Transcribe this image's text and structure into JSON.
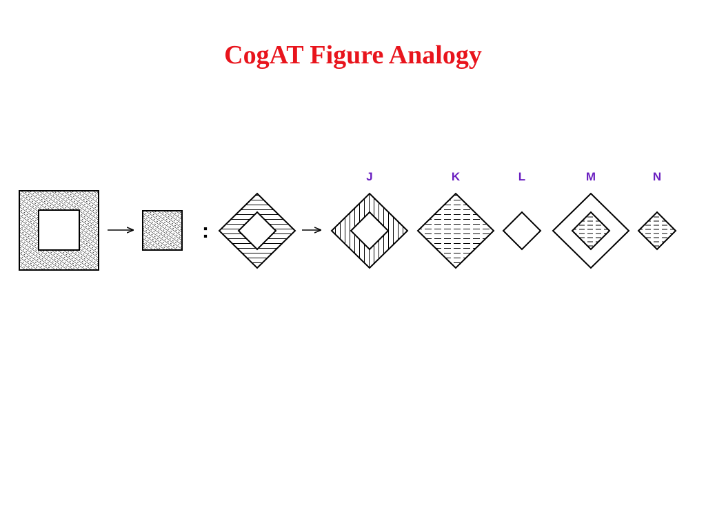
{
  "title": "CogAT Figure Analogy",
  "separator": ":",
  "options": [
    {
      "label": "J"
    },
    {
      "label": "K"
    },
    {
      "label": "L"
    },
    {
      "label": "M"
    },
    {
      "label": "N"
    }
  ],
  "icons": {
    "arrow": "right-arrow-icon"
  },
  "colors": {
    "title": "#e8141c",
    "labels": "#6a1fc0",
    "stroke": "#000000",
    "background": "#ffffff"
  }
}
